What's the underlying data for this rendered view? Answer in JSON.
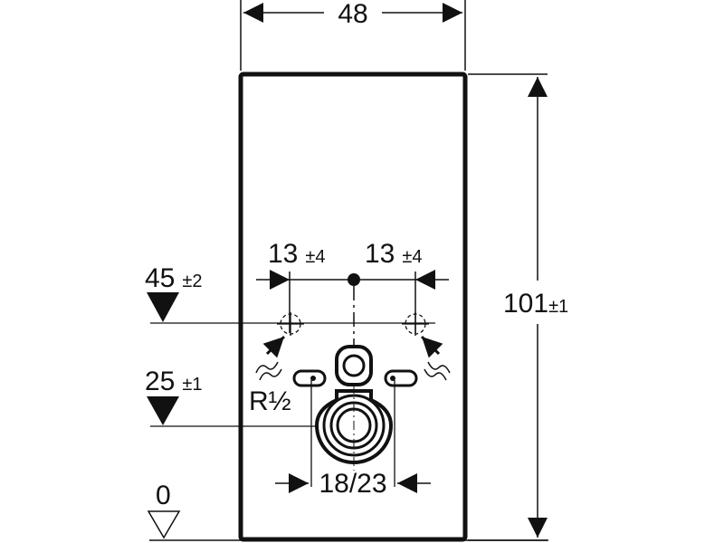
{
  "dimensions": {
    "width": "48",
    "height_value": "101",
    "height_tol": "±1",
    "offset_left_value": "13",
    "offset_left_tol": "±4",
    "offset_right_value": "13",
    "offset_right_tol": "±4",
    "level_upper_value": "45",
    "level_upper_tol": "±2",
    "level_lower_value": "25",
    "level_lower_tol": "±1",
    "level_floor_value": "0",
    "thread_label": "R½",
    "drain_label": "18/23"
  },
  "colors": {
    "line": "#111111",
    "background": "#ffffff"
  }
}
